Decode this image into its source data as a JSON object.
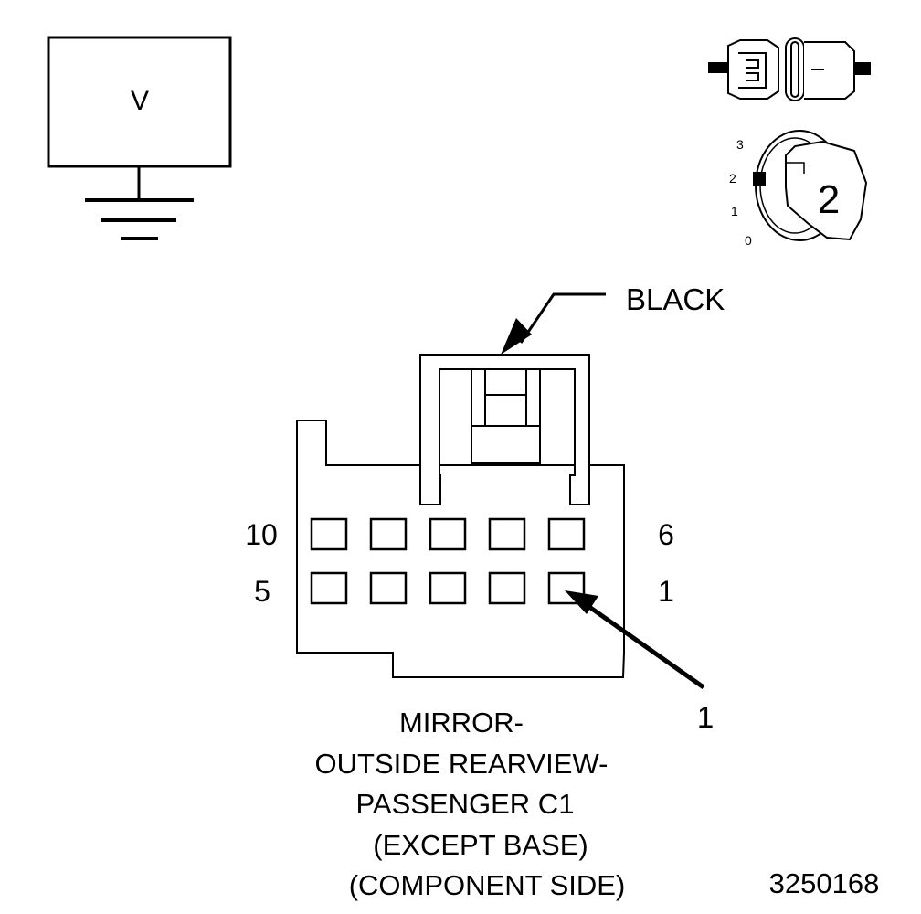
{
  "meter": {
    "symbol": "V"
  },
  "key_switch": {
    "positions": [
      "3",
      "2",
      "1",
      "0"
    ],
    "selected_position": "2"
  },
  "connector": {
    "color_callout": "BLACK",
    "row_start_labels": [
      "10",
      "5"
    ],
    "row_end_labels": [
      "6",
      "1"
    ],
    "terminal_callout": "1",
    "title_lines": [
      "MIRROR-",
      "OUTSIDE REARVIEW-",
      "PASSENGER C1",
      "(EXCEPT BASE)",
      "(COMPONENT SIDE)"
    ]
  },
  "figure_id": "3250168"
}
